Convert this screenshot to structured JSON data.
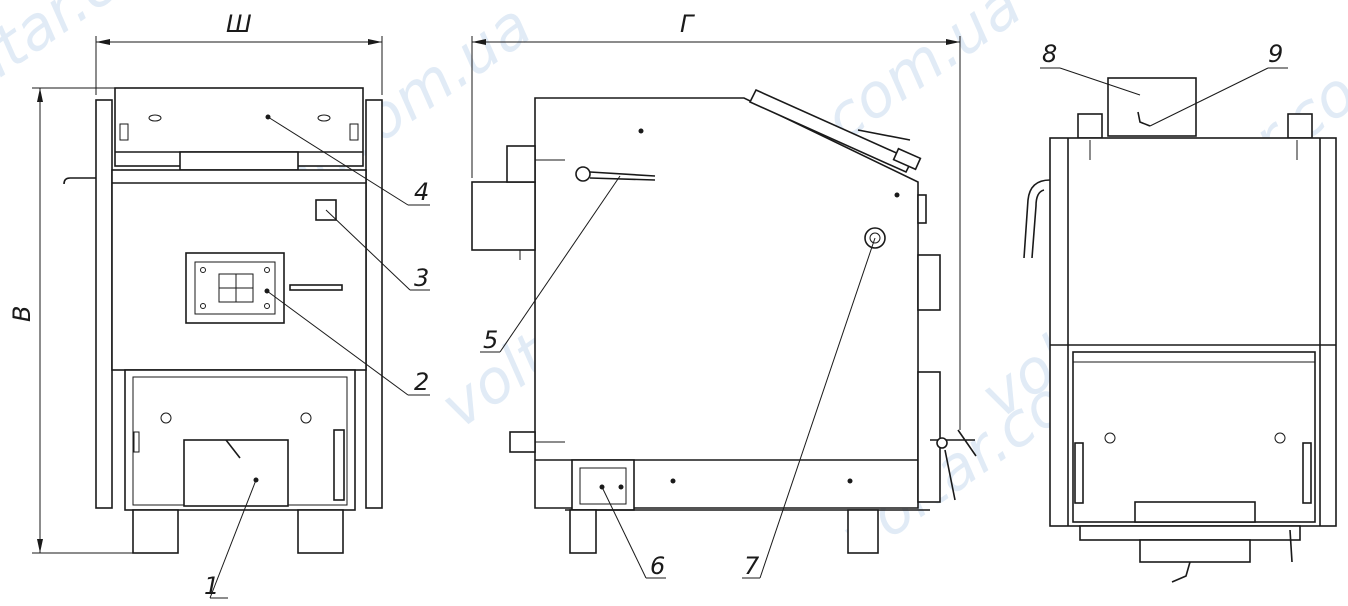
{
  "dimensions": {
    "width": "Ш",
    "depth": "Г",
    "height": "В"
  },
  "callouts": [
    "1",
    "2",
    "3",
    "4",
    "5",
    "6",
    "7",
    "8",
    "9"
  ],
  "watermark": "voltar.com.ua"
}
